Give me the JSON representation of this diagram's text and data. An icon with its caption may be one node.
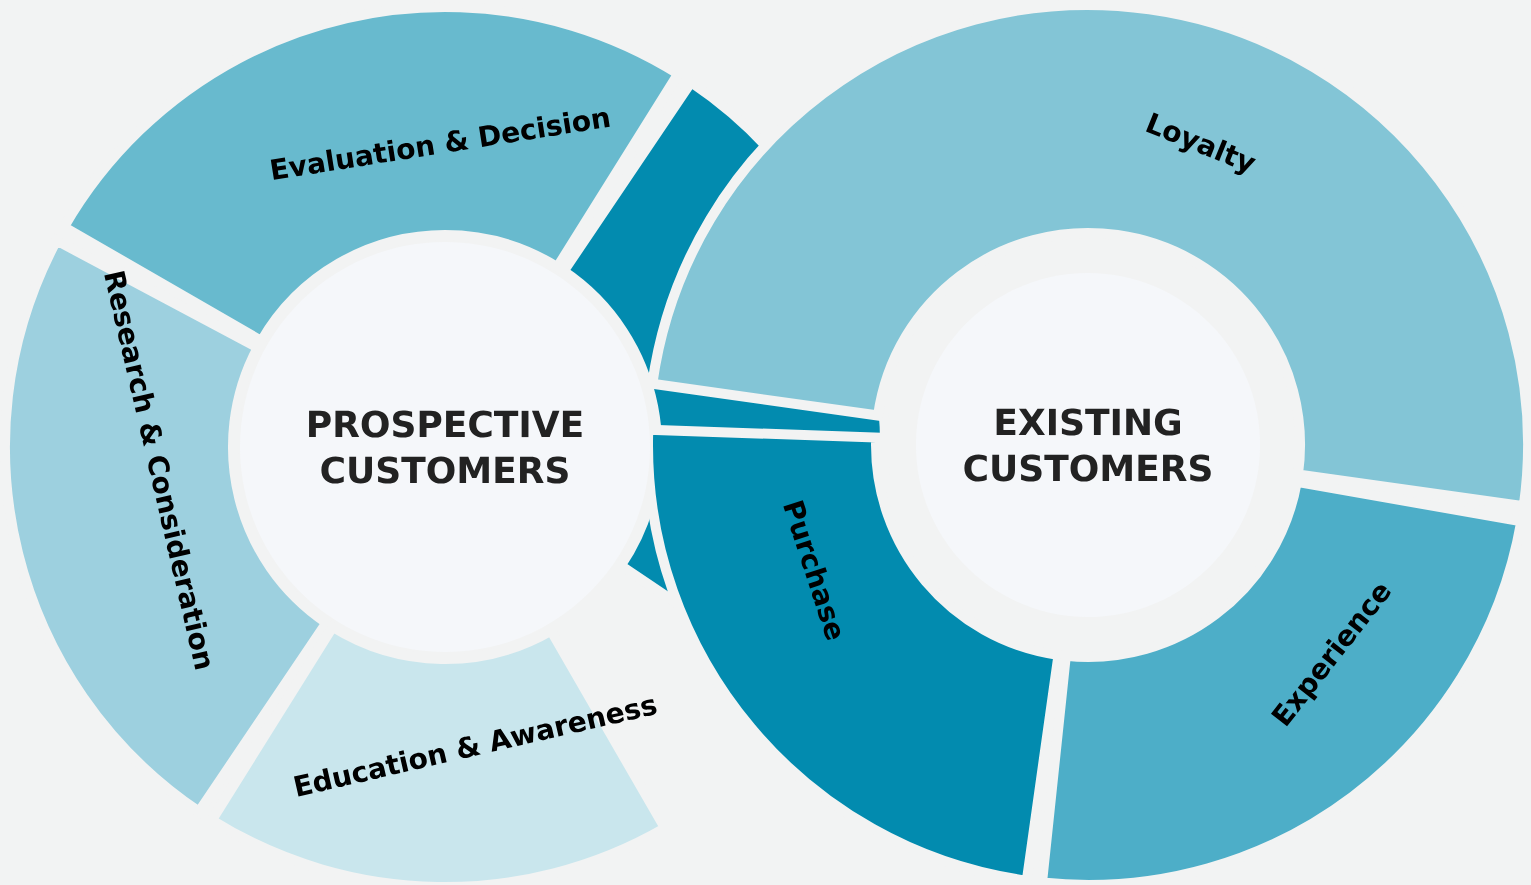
{
  "diagram": {
    "nodes": [
      {
        "text": [
          "PROSPECTIVE CUSTOMERS"
        ]
      },
      {
        "text": [
          "EXISTING CUSTOMERS"
        ]
      },
      {
        "text": [
          "Evaluation & Decision"
        ]
      },
      {
        "text": [
          "Research & Consideration"
        ]
      },
      {
        "text": [
          "Education & Awareness"
        ]
      },
      {
        "text": [
          "Purchase"
        ]
      },
      {
        "text": [
          "Loyalty"
        ]
      },
      {
        "text": [
          "Experience"
        ]
      }
    ]
  }
}
